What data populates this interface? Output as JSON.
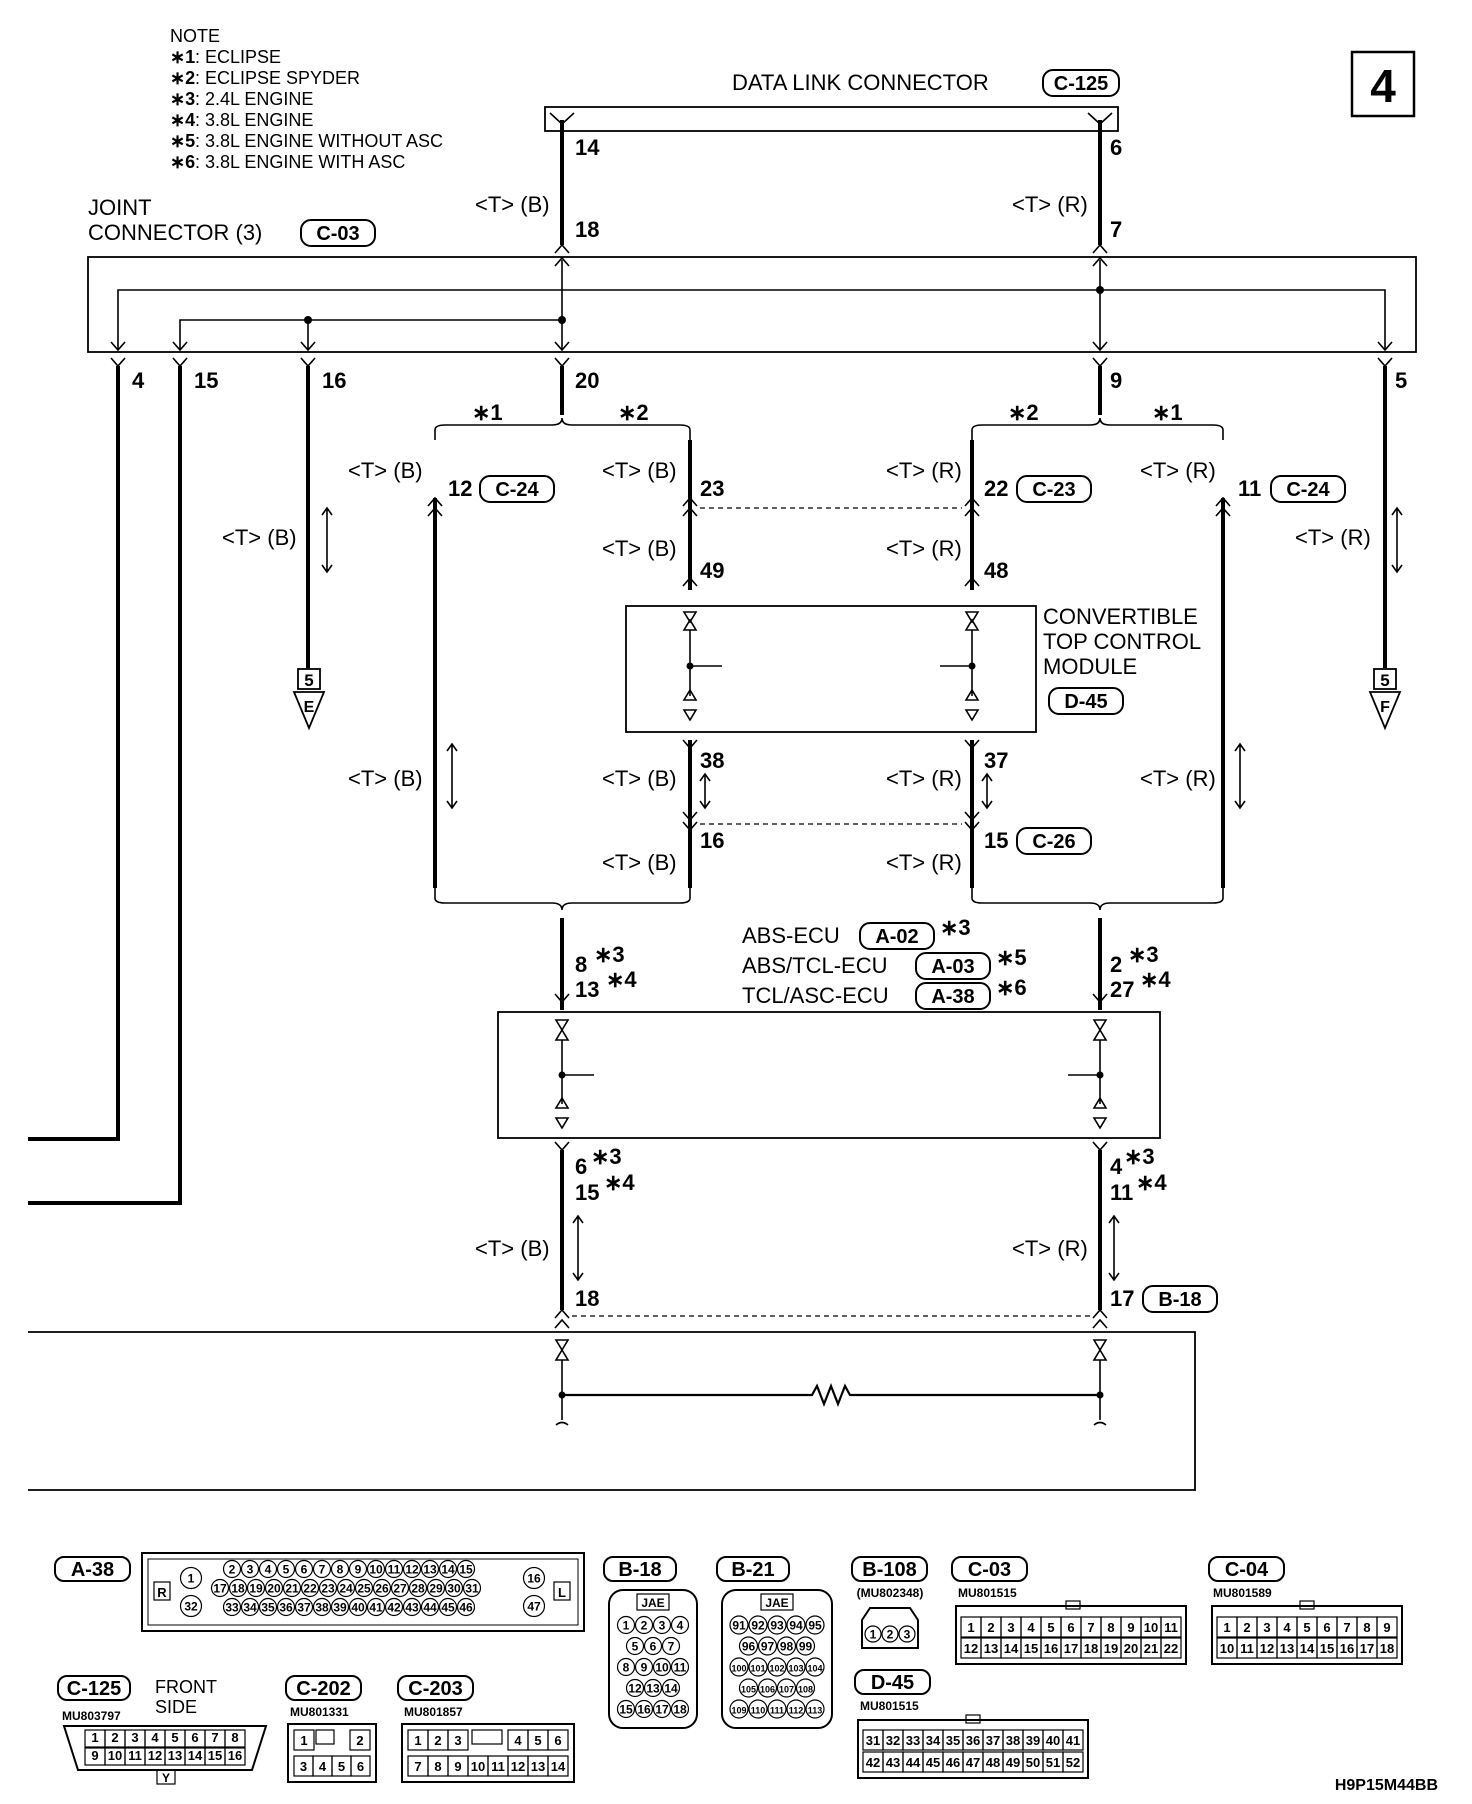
{
  "page_number": "4",
  "note": {
    "title": "NOTE",
    "items": [
      {
        "mark": "∗1",
        "text": ": ECLIPSE"
      },
      {
        "mark": "∗2",
        "text": ": ECLIPSE SPYDER"
      },
      {
        "mark": "∗3",
        "text": ": 2.4L ENGINE"
      },
      {
        "mark": "∗4",
        "text": ": 3.8L ENGINE"
      },
      {
        "mark": "∗5",
        "text": ": 3.8L ENGINE WITHOUT ASC"
      },
      {
        "mark": "∗6",
        "text": ": 3.8L ENGINE WITH ASC"
      }
    ]
  },
  "components": {
    "data_link": {
      "name": "DATA LINK CONNECTOR",
      "code": "C-125"
    },
    "joint": {
      "line1": "JOINT",
      "line2": "CONNECTOR (3)",
      "code": "C-03"
    },
    "convertible": {
      "line1": "CONVERTIBLE",
      "line2": "TOP CONTROL",
      "line3": "MODULE",
      "code": "D-45"
    },
    "ecu_abs": {
      "name": "ABS-ECU",
      "code": "A-02",
      "star": "∗3"
    },
    "ecu_tcl": {
      "name": "ABS/TCL-ECU",
      "code": "A-03",
      "star": "∗5"
    },
    "ecu_asc": {
      "name": "TCL/ASC-ECU",
      "code": "A-38",
      "star": "∗6"
    }
  },
  "wire_labels": {
    "tb": "<T> (B)",
    "tr": "<T> (R)"
  },
  "pins": {
    "dlc_left": "14",
    "dlc_right": "6",
    "jc_top_left": "18",
    "jc_top_right": "7",
    "jc_b4": "4",
    "jc_b15": "15",
    "jc_b16": "16",
    "jc_b20": "20",
    "jc_b9": "9",
    "jc_b5": "5",
    "star1": "∗1",
    "star2": "∗2",
    "c24_left": "12",
    "c24_left_code": "C-24",
    "c23_left": "23",
    "c23_right": "22",
    "c23_code": "C-23",
    "c24_right": "11",
    "c24_right_code": "C-24",
    "m49": "49",
    "m48": "48",
    "m38": "38",
    "m37": "37",
    "c26_left": "16",
    "c26_right": "15",
    "c26_code": "C-26",
    "ecu_l1": "8",
    "ecu_l1s": "∗3",
    "ecu_l2": "13",
    "ecu_l2s": "∗4",
    "ecu_r1": "2",
    "ecu_r1s": "∗3",
    "ecu_r2": "27",
    "ecu_r2s": "∗4",
    "ecu_bl1": "6",
    "ecu_bl1s": "∗3",
    "ecu_bl2": "15",
    "ecu_bl2s": "∗4",
    "ecu_br1": "4",
    "ecu_br1s": "∗3",
    "ecu_br2": "11",
    "ecu_br2s": "∗4",
    "b18_left": "18",
    "b18_right": "17",
    "b18_code": "B-18"
  },
  "offpage": {
    "left_num": "5",
    "left_letter": "E",
    "right_num": "5",
    "right_letter": "F"
  },
  "connectors": {
    "a38": {
      "code": "A-38",
      "side_l": "R",
      "side_r": "L",
      "row1": [
        "2",
        "3",
        "4",
        "5",
        "6",
        "7",
        "8",
        "9",
        "10",
        "11",
        "12",
        "13",
        "14",
        "15"
      ],
      "row2": [
        "17",
        "18",
        "19",
        "20",
        "21",
        "22",
        "23",
        "24",
        "25",
        "26",
        "27",
        "28",
        "29",
        "30",
        "31"
      ],
      "row3": [
        "33",
        "34",
        "35",
        "36",
        "37",
        "38",
        "39",
        "40",
        "41",
        "42",
        "43",
        "44",
        "45",
        "46"
      ],
      "left_top": "1",
      "left_bot": "32",
      "right_top": "16",
      "right_bot": "47"
    },
    "b18": {
      "code": "B-18",
      "maker": "JAE",
      "rows": [
        [
          "1",
          "2",
          "3",
          "4"
        ],
        [
          "5",
          "6",
          "7"
        ],
        [
          "8",
          "9",
          "10",
          "11"
        ],
        [
          "12",
          "13",
          "14"
        ],
        [
          "15",
          "16",
          "17",
          "18"
        ]
      ]
    },
    "b21": {
      "code": "B-21",
      "maker": "JAE",
      "rows": [
        [
          "91",
          "92",
          "93",
          "94",
          "95"
        ],
        [
          "96",
          "97",
          "98",
          "99"
        ],
        [
          "100",
          "101",
          "102",
          "103",
          "104"
        ],
        [
          "105",
          "106",
          "107",
          "108"
        ],
        [
          "109",
          "110",
          "111",
          "112",
          "113"
        ]
      ]
    },
    "b108": {
      "code": "B-108",
      "part": "(MU802348)",
      "pins": [
        "1",
        "2",
        "3"
      ]
    },
    "c03": {
      "code": "C-03",
      "part": "MU801515",
      "row1": [
        "1",
        "2",
        "3",
        "4",
        "5",
        "6",
        "7",
        "8",
        "9",
        "10",
        "11"
      ],
      "row2": [
        "12",
        "13",
        "14",
        "15",
        "16",
        "17",
        "18",
        "19",
        "20",
        "21",
        "22"
      ]
    },
    "c04": {
      "code": "C-04",
      "part": "MU801589",
      "row1": [
        "1",
        "2",
        "3",
        "4",
        "5",
        "6",
        "7",
        "8",
        "9"
      ],
      "row2": [
        "10",
        "11",
        "12",
        "13",
        "14",
        "15",
        "16",
        "17",
        "18"
      ]
    },
    "c125": {
      "code": "C-125",
      "part": "MU803797",
      "side1": "FRONT",
      "side2": "SIDE",
      "row1": [
        "1",
        "2",
        "3",
        "4",
        "5",
        "6",
        "7",
        "8"
      ],
      "row2": [
        "9",
        "10",
        "11",
        "12",
        "13",
        "14",
        "15",
        "16"
      ],
      "key": "Y"
    },
    "c202": {
      "code": "C-202",
      "part": "MU801331",
      "row1": [
        "1",
        "2"
      ],
      "row2": [
        "3",
        "4",
        "5",
        "6"
      ]
    },
    "c203": {
      "code": "C-203",
      "part": "MU801857",
      "row1": [
        "1",
        "2",
        "3",
        "4",
        "5",
        "6"
      ],
      "row2": [
        "7",
        "8",
        "9",
        "10",
        "11",
        "12",
        "13",
        "14"
      ]
    },
    "d45": {
      "code": "D-45",
      "part": "MU801515",
      "row1": [
        "31",
        "32",
        "33",
        "34",
        "35",
        "36",
        "37",
        "38",
        "39",
        "40",
        "41"
      ],
      "row2": [
        "42",
        "43",
        "44",
        "45",
        "46",
        "47",
        "48",
        "49",
        "50",
        "51",
        "52"
      ]
    }
  },
  "figure_code": "H9P15M44BB"
}
